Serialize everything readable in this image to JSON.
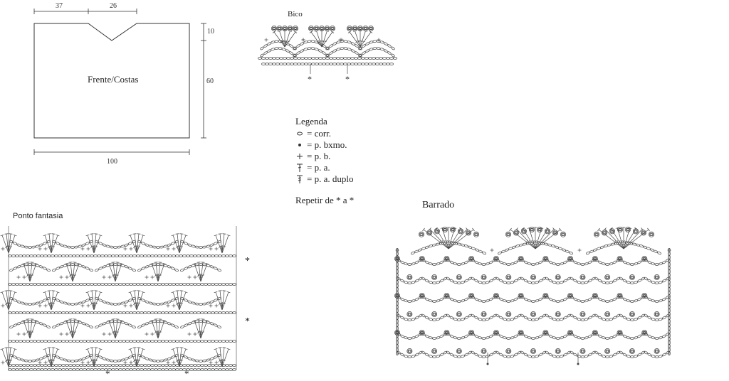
{
  "schematic": {
    "label": "Frente/Costas",
    "dim_top_left": "37",
    "dim_top_right": "26",
    "dim_right_top": "10",
    "dim_right_main": "60",
    "dim_bottom": "100"
  },
  "bico": {
    "title": "Bico",
    "repeat_marker": "*"
  },
  "legend": {
    "title": "Legenda",
    "items": [
      {
        "symbol": "oval-icon",
        "text": "= corr."
      },
      {
        "symbol": "dot-icon",
        "text": "= p. bxmo."
      },
      {
        "symbol": "plus-icon",
        "text": "= p. b."
      },
      {
        "symbol": "dc-icon",
        "text": "= p. a."
      },
      {
        "symbol": "tr-icon",
        "text": "= p. a. duplo"
      }
    ],
    "repeat_note": "Repetir de * a *"
  },
  "ponto": {
    "title": "Ponto fantasia",
    "repeat_marker": "*"
  },
  "barrado": {
    "title": "Barrado"
  }
}
